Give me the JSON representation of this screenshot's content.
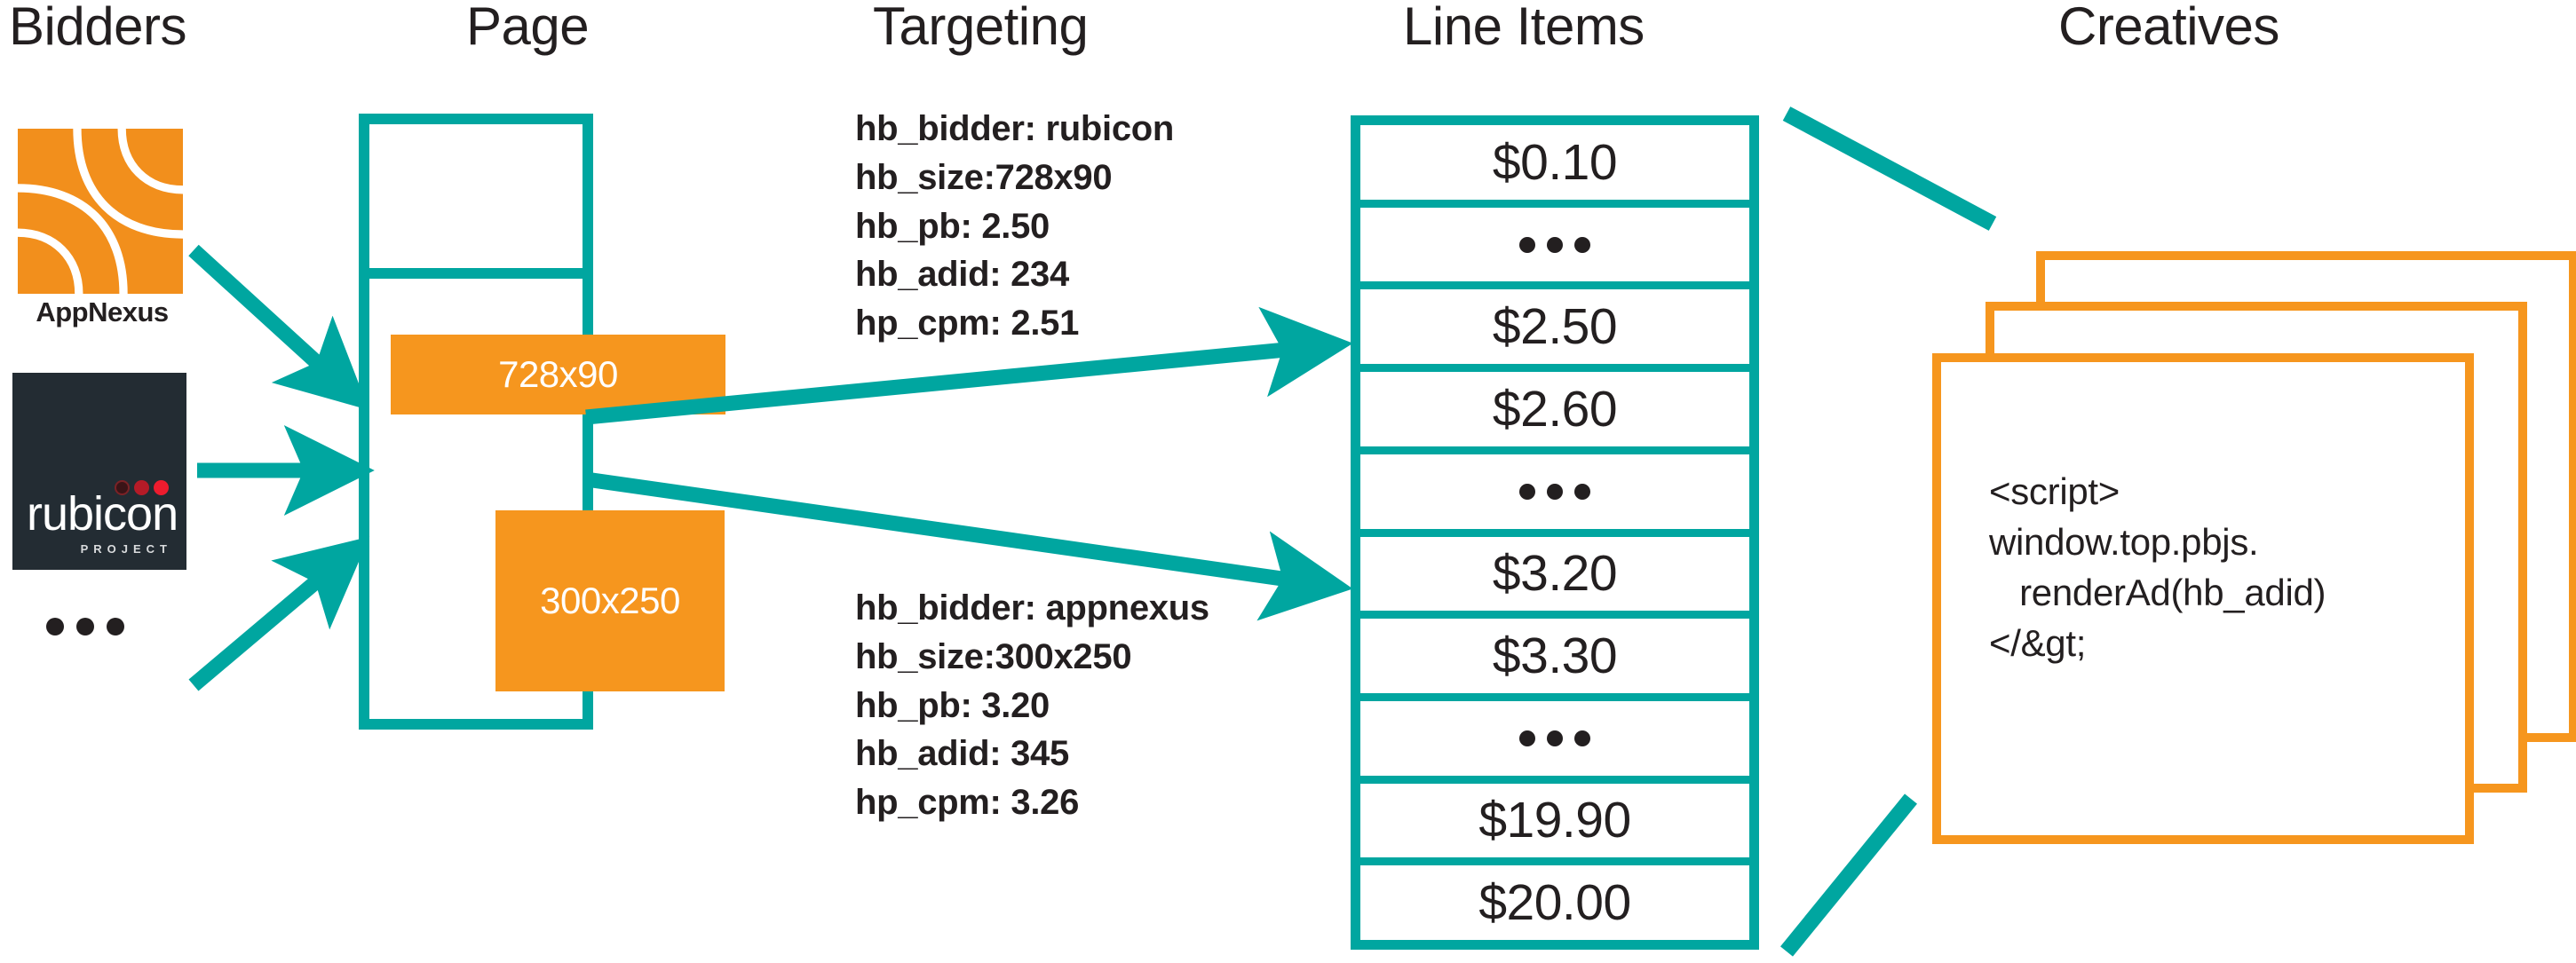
{
  "columns": [
    {
      "id": "bidders",
      "label": "Bidders"
    },
    {
      "id": "page",
      "label": "Page"
    },
    {
      "id": "targeting",
      "label": "Targeting"
    },
    {
      "id": "lineitems",
      "label": "Line Items"
    },
    {
      "id": "creatives",
      "label": "Creatives"
    }
  ],
  "bidders": {
    "appnexus": {
      "name": "AppNexus",
      "logo_icon": "appnexus-logo-icon"
    },
    "rubicon": {
      "name": "rubicon",
      "subtitle": "PROJECT",
      "logo_icon": "rubicon-project-logo-icon"
    },
    "more_indicator": "…"
  },
  "page": {
    "ad_slots": [
      {
        "id": "slot-728x90",
        "label": "728x90"
      },
      {
        "id": "slot-300x250",
        "label": "300x250"
      }
    ]
  },
  "targeting": {
    "blocks": [
      {
        "id": "targeting-rubicon",
        "lines": [
          "hb_bidder: rubicon",
          "hb_size:728x90",
          "hb_pb: 2.50",
          "hb_adid: 234",
          "hp_cpm: 2.51"
        ]
      },
      {
        "id": "targeting-appnexus",
        "lines": [
          "hb_bidder: appnexus",
          "hb_size:300x250",
          "hb_pb: 3.20",
          "hb_adid: 345",
          "hp_cpm: 3.26"
        ]
      }
    ]
  },
  "line_items": {
    "rows": [
      {
        "type": "value",
        "label": "$0.10"
      },
      {
        "type": "ellipsis",
        "label": "…"
      },
      {
        "type": "value",
        "label": "$2.50"
      },
      {
        "type": "value",
        "label": "$2.60"
      },
      {
        "type": "ellipsis",
        "label": "…"
      },
      {
        "type": "value",
        "label": "$3.20"
      },
      {
        "type": "value",
        "label": "$3.30"
      },
      {
        "type": "ellipsis",
        "label": "…"
      },
      {
        "type": "value",
        "label": "$19.90"
      },
      {
        "type": "value",
        "label": "$20.00"
      }
    ]
  },
  "creatives": {
    "card_count": 3,
    "code": "<script>\nwindow.top.pbjs.\n   renderAd(hb_adid)\n</&gt;"
  },
  "colors": {
    "teal": "#00a6a0",
    "orange": "#f6961e",
    "appnexus_orange": "#f28f1c",
    "rubicon_navy": "#232c33",
    "ink": "#231f20",
    "background": "#ffffff"
  }
}
